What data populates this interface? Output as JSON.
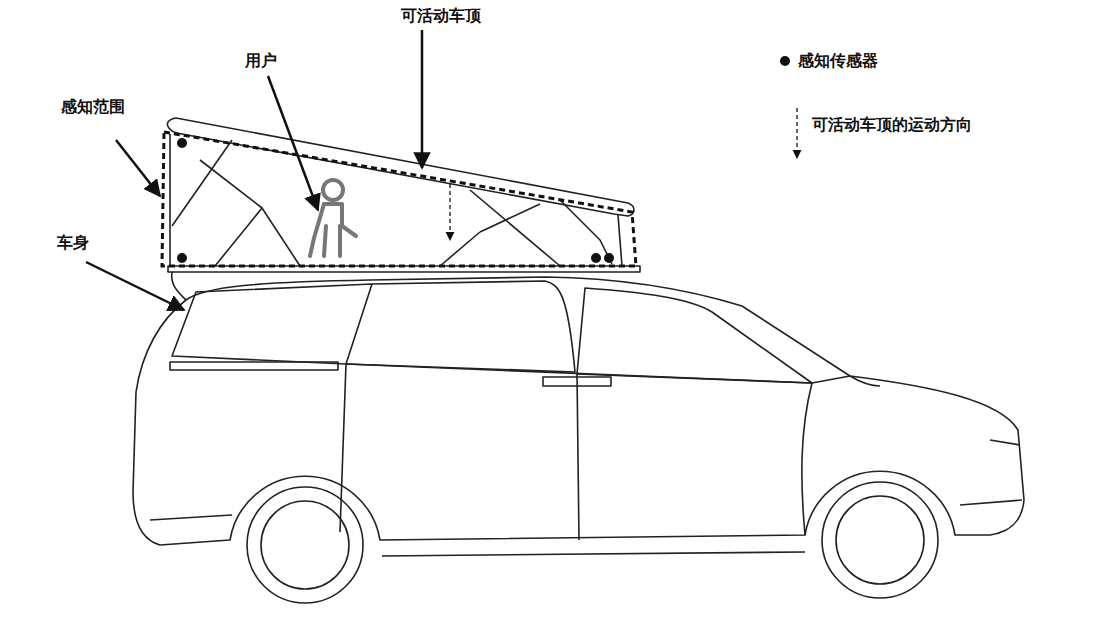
{
  "diagram": {
    "labels": [
      "可活动车顶",
      "用户",
      "感知范围",
      "车身"
    ],
    "legend": [
      {
        "text": "感知传感器"
      },
      {
        "text": "可活动车顶的运动方向"
      }
    ]
  }
}
